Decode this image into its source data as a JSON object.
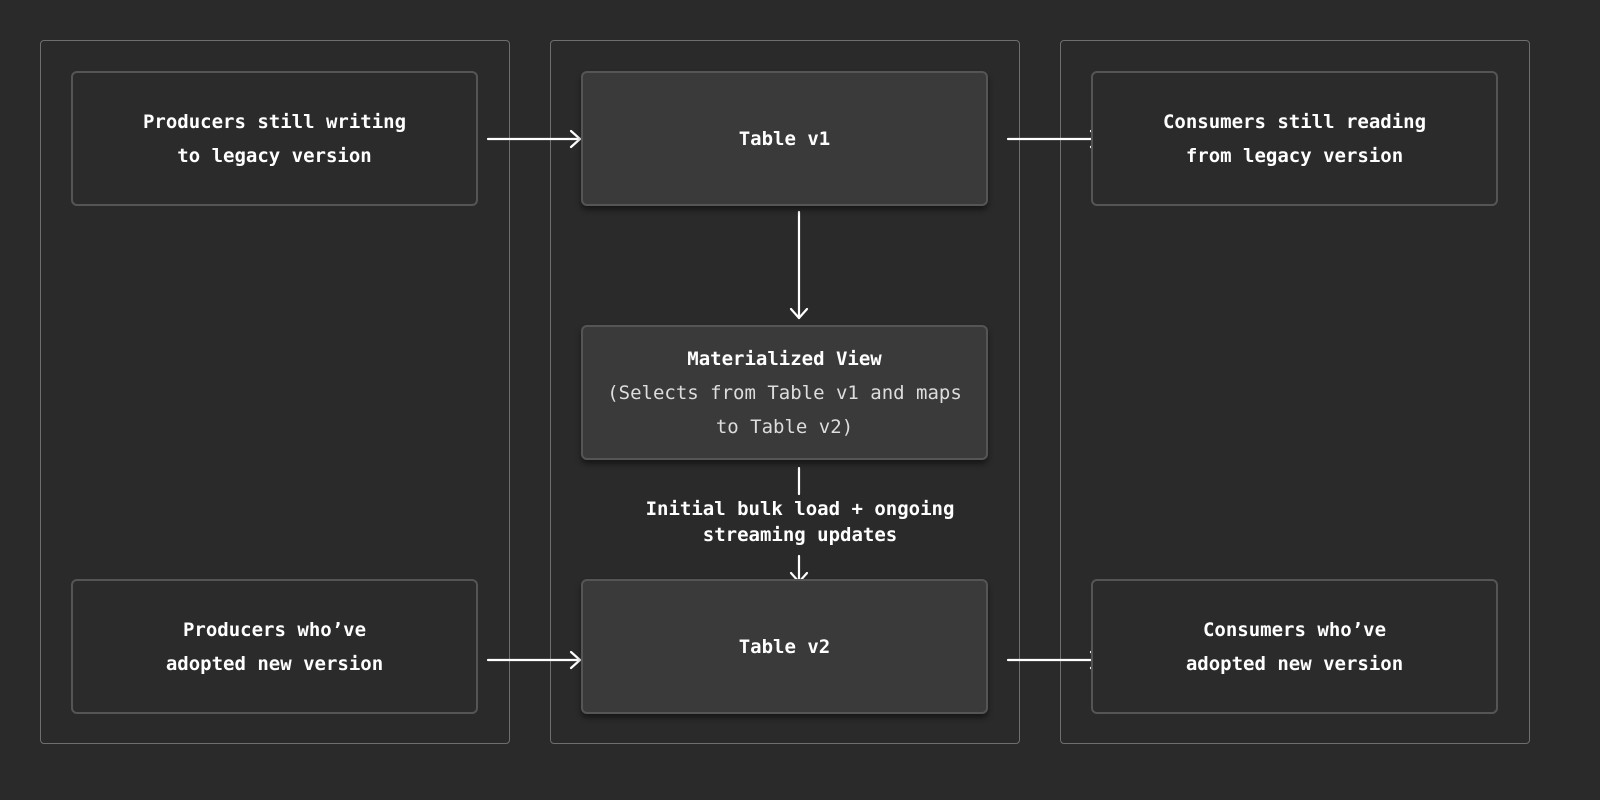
{
  "nodes": {
    "producers_legacy": {
      "lines": [
        "Producers still writing",
        "to legacy version"
      ]
    },
    "table_v1": {
      "label": "Table v1"
    },
    "consumers_legacy": {
      "lines": [
        "Consumers still reading",
        "from legacy version"
      ]
    },
    "materialized_view": {
      "title": "Materialized View",
      "subtitle_lines": [
        "(Selects from Table v1 and maps",
        "to Table v2)"
      ]
    },
    "producers_new": {
      "lines": [
        "Producers who’ve",
        "adopted new version"
      ]
    },
    "table_v2": {
      "label": "Table v2"
    },
    "consumers_new": {
      "lines": [
        "Consumers who’ve",
        "adopted new version"
      ]
    }
  },
  "edge_label": {
    "lines": [
      "Initial bulk load + ongoing",
      "streaming updates"
    ]
  },
  "colors": {
    "background": "#2a2a2a",
    "column_border": "#6e6e6e",
    "node_border": "#555555",
    "table_fill": "#3a3a3a",
    "arrow": "#ffffff"
  }
}
